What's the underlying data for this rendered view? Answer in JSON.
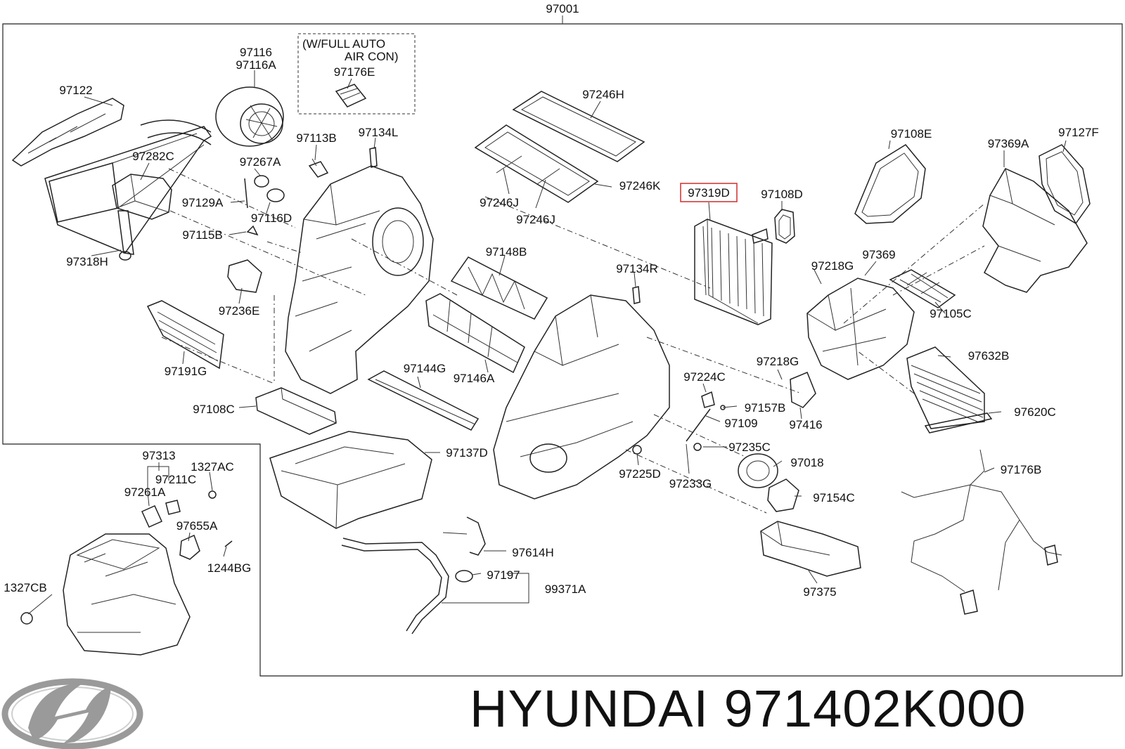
{
  "assembly": {
    "number": "97001"
  },
  "option_box": {
    "line1": "(W/FULL AUTO",
    "line2": "AIR CON)"
  },
  "parts": [
    "97116",
    "97116A",
    "97176E",
    "97122",
    "97246H",
    "97108E",
    "97127F",
    "97113B",
    "97134L",
    "97282C",
    "97267A",
    "97369A",
    "97129A",
    "97116D",
    "97246J",
    "97246K",
    "97246J",
    "97319D",
    "97108D",
    "97115B",
    "97148B",
    "97318H",
    "97134R",
    "97369",
    "97218G",
    "97236E",
    "97105C",
    "97191G",
    "97144G",
    "97146A",
    "97218G",
    "97632B",
    "97224C",
    "97108C",
    "97157B",
    "97109",
    "97416",
    "97620C",
    "97313",
    "1327AC",
    "97211C",
    "97261A",
    "97137D",
    "97235C",
    "97018",
    "97225D",
    "97233G",
    "97176B",
    "97154C",
    "97655A",
    "1244BG",
    "97614H",
    "1327CB",
    "97197",
    "99371A",
    "97375"
  ],
  "highlighted_part": "97319D",
  "brand": {
    "name": "HYUNDAI",
    "part_number": "971402K000"
  },
  "colors": {
    "highlight": "#d43a3a",
    "ink": "#111111",
    "logo": "#9a9a9a"
  }
}
